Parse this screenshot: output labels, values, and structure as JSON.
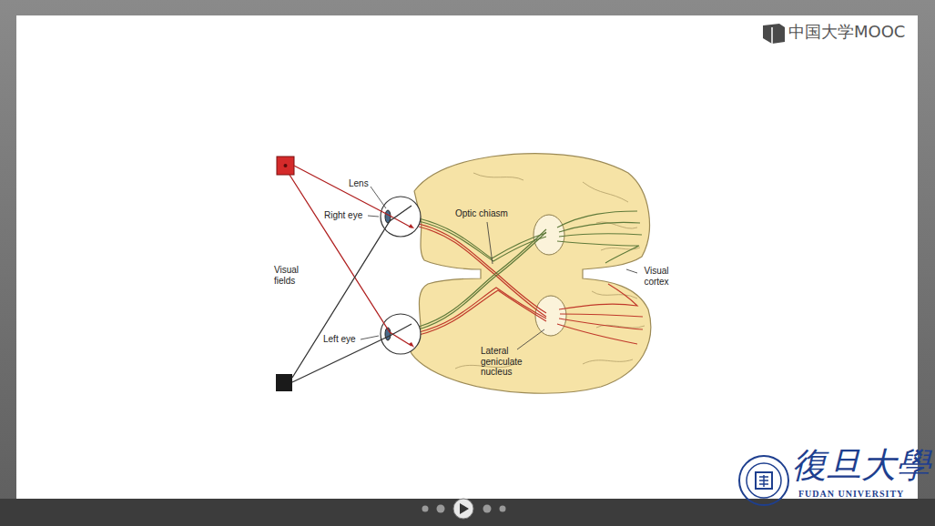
{
  "diagram": {
    "labels": [
      "中国大学MOOC",
      "Lens",
      "Right eye",
      "Optic chiasm",
      "Visual fields",
      "Visual cortex",
      "Left eye",
      "Lateral geniculate nucleus",
      "復旦大學",
      "FUDAN UNIVERSITY"
    ]
  }
}
